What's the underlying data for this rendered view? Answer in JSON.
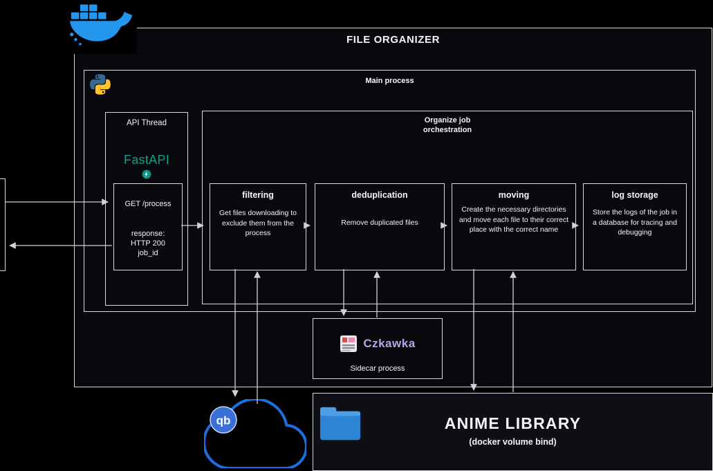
{
  "colors": {
    "background": "#000000",
    "panel_border": "#d8dadd",
    "arrow": "#cfd3d8",
    "docker_blue": "#2496ED",
    "python_blue": "#366994",
    "python_yellow": "#FFC331",
    "fastapi_teal": "#0d9488",
    "czkawka_purple": "#b4a6e8",
    "qbittorrent_blue": "#3a6fd8",
    "cloud_blue": "#1d6fe0",
    "folder_blue": "#2d83d4"
  },
  "icons": {
    "docker": "docker-whale-icon",
    "python": "python-icon",
    "fastapi": "fastapi-lightning-icon",
    "czkawka": "czkawka-app-icon",
    "qbittorrent": "qbittorrent-icon",
    "folder": "folder-icon"
  },
  "header": {
    "title": "FILE ORGANIZER"
  },
  "main_process": {
    "label": "Main process"
  },
  "api_thread": {
    "label": "API Thread",
    "fastapi": "FastAPI",
    "endpoint": {
      "request": "GET /process",
      "response_label": "response:",
      "response_status": "HTTP 200",
      "response_body": "job_id"
    }
  },
  "orchestration": {
    "label_line1": "Organize job",
    "label_line2": "orchestration",
    "steps": [
      {
        "title": "filtering",
        "description": "Get files downloading to exclude them from the process"
      },
      {
        "title": "deduplication",
        "description": "Remove duplicated files"
      },
      {
        "title": "moving",
        "description": "Create the necessary directories and move each file to their correct place with the correct name"
      },
      {
        "title": "log storage",
        "description": "Store the logs of the job in a database for tracing and debugging"
      }
    ]
  },
  "sidecar": {
    "app_name": "Czkawka",
    "label": "Sidecar process"
  },
  "qbittorrent": {
    "logo_text": "qb"
  },
  "library": {
    "title": "ANIME LIBRARY",
    "subtitle": "(docker volume bind)"
  }
}
